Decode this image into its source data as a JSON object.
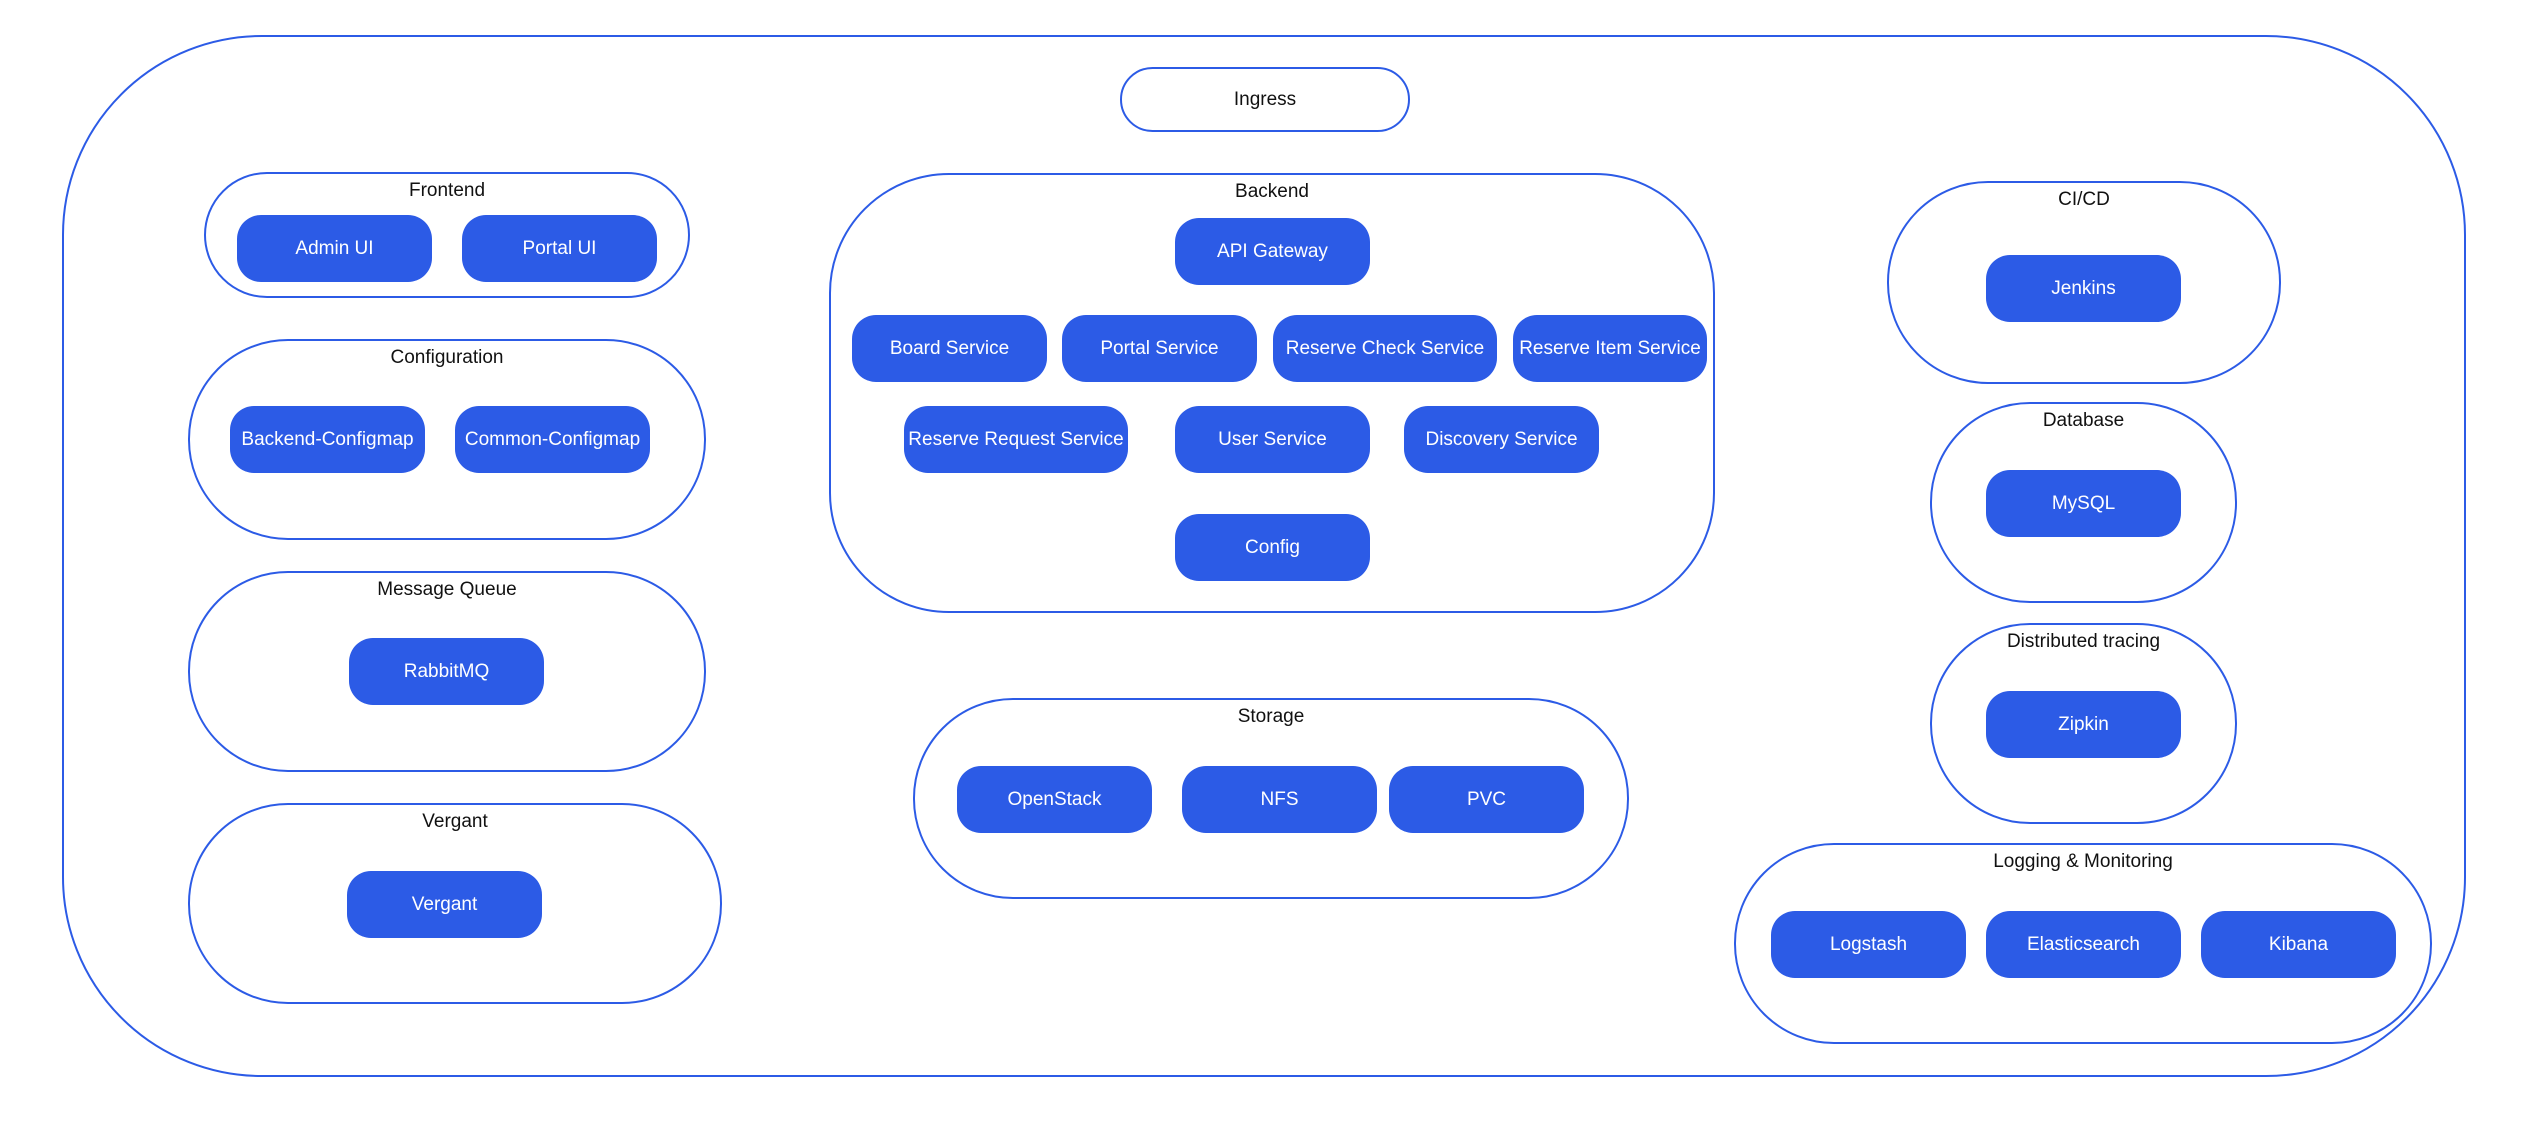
{
  "ingress": "Ingress",
  "groups": {
    "frontend": {
      "title": "Frontend",
      "nodes": [
        "Admin UI",
        "Portal UI"
      ]
    },
    "configuration": {
      "title": "Configuration",
      "nodes": [
        "Backend-Configmap",
        "Common-Configmap"
      ]
    },
    "message_queue": {
      "title": "Message Queue",
      "nodes": [
        "RabbitMQ"
      ]
    },
    "vergant": {
      "title": "Vergant",
      "nodes": [
        "Vergant"
      ]
    },
    "backend": {
      "title": "Backend",
      "nodes": [
        "API Gateway",
        "Board Service",
        "Portal Service",
        "Reserve Check Service",
        "Reserve Item Service",
        "Reserve Request Service",
        "User Service",
        "Discovery Service",
        "Config"
      ]
    },
    "storage": {
      "title": "Storage",
      "nodes": [
        "OpenStack",
        "NFS",
        "PVC"
      ]
    },
    "cicd": {
      "title": "CI/CD",
      "nodes": [
        "Jenkins"
      ]
    },
    "database": {
      "title": "Database",
      "nodes": [
        "MySQL"
      ]
    },
    "tracing": {
      "title": "Distributed tracing",
      "nodes": [
        "Zipkin"
      ]
    },
    "logging": {
      "title": "Logging & Monitoring",
      "nodes": [
        "Logstash",
        "Elasticsearch",
        "Kibana"
      ]
    }
  },
  "colors": {
    "accent": "#2c5be6",
    "node_text": "#ffffff",
    "title_text": "#111111"
  }
}
